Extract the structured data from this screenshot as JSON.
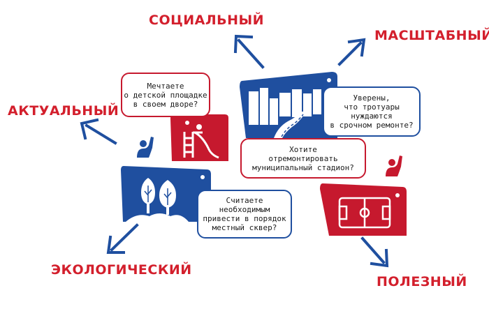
{
  "labels": {
    "social": "СОЦИАЛЬНЫЙ",
    "scale": "МАСШТАБНЫЙ",
    "actual": "АКТУАЛЬНЫЙ",
    "ecological": "ЭКОЛОГИЧЕСКИЙ",
    "useful": "ПОЛЕЗНЫЙ"
  },
  "bubbles": {
    "playground": [
      "Мечтаете",
      "о детской площадке",
      "в своем дворе?"
    ],
    "sidewalks": [
      "Уверены,",
      "что тротуары",
      "нуждаются",
      "в срочном ремонте?"
    ],
    "stadium": [
      "Хотите",
      "отремонтировать",
      "муниципальный стадион?"
    ],
    "square": [
      "Считаете",
      "необходимым",
      "привести в порядок",
      "местный сквер?"
    ]
  },
  "colors": {
    "red": "#c6192e",
    "blue": "#1f4f9f",
    "label_red": "#d31f2c"
  },
  "icons": [
    "playground-slide-icon",
    "city-road-icon",
    "trees-icon",
    "football-field-icon",
    "person-raising-hand-icon"
  ]
}
